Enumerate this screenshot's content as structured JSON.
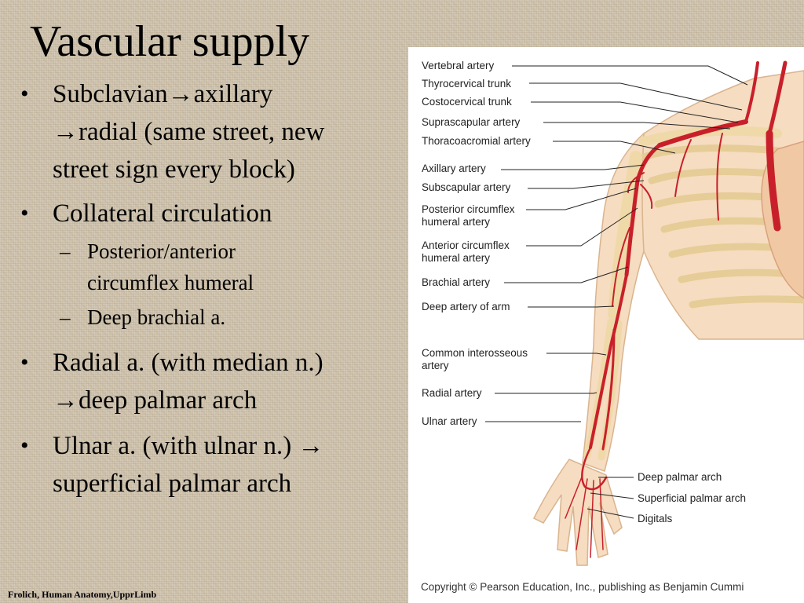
{
  "slide": {
    "title": "Vascular supply",
    "bullets": [
      {
        "symbol": "•",
        "lines": [
          "Subclavian→axillary",
          "→radial (same street, new",
          "street sign every block)"
        ]
      },
      {
        "symbol": "•",
        "lines": [
          "Collateral circulation"
        ]
      },
      {
        "symbol": "•",
        "lines": [
          "Radial a. (with median n.)",
          "→deep palmar arch"
        ]
      },
      {
        "symbol": "•",
        "lines": [
          "Ulnar a. (with ulnar n.) →",
          "superficial palmar arch"
        ]
      }
    ],
    "subbullets": [
      {
        "symbol": "–",
        "lines": [
          "Posterior/anterior",
          "circumflex humeral"
        ]
      },
      {
        "symbol": "–",
        "lines": [
          "Deep brachial a."
        ]
      }
    ],
    "footer": "Frolich, Human Anatomy,UpprLimb"
  },
  "figure": {
    "labels": [
      "Vertebral artery",
      "Thyrocervical trunk",
      "Costocervical trunk",
      "Suprascapular artery",
      "Thoracoacromial artery",
      "Axillary artery",
      "Subscapular artery",
      "Posterior circumflex",
      "humeral artery",
      "Anterior circumflex",
      "humeral artery",
      "Brachial artery",
      "Deep artery of arm",
      "Common interosseous",
      "artery",
      "Radial artery",
      "Ulnar artery",
      "Deep palmar arch",
      "Superficial palmar arch",
      "Digitals"
    ],
    "copyright": "Copyright © Pearson Education, Inc., publishing as Benjamin Cummi",
    "colors": {
      "artery": "#c8202a",
      "bone": "#f0dcae",
      "skin": "#f6dcc0"
    }
  }
}
